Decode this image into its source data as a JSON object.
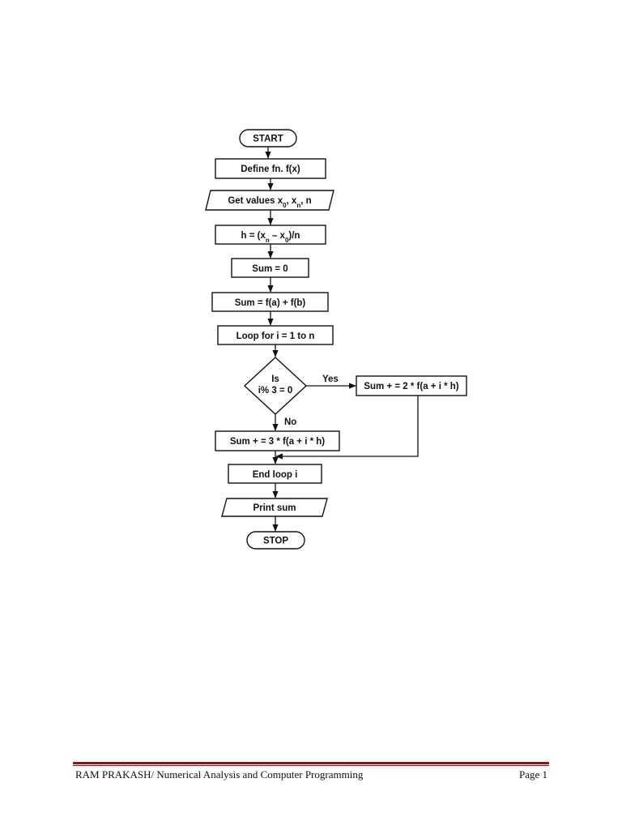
{
  "flowchart": {
    "nodes": {
      "start": "START",
      "define": "Define fn. f(x)",
      "get_values": {
        "prefix": "Get values x",
        "sub0": "0",
        "sep1": ", x",
        "subn": "n",
        "suffix": ", n"
      },
      "h_calc": {
        "prefix": "h = (x",
        "subn": "n",
        "mid": " – x",
        "sub0": "0",
        "suffix": ")/n"
      },
      "sum_init": "Sum = 0",
      "sum_fa_fb": "Sum = f(a) + f(b)",
      "loop": "Loop for i = 1 to n",
      "decision_line1": "Is",
      "decision_line2": "i% 3 = 0",
      "sum_yes": "Sum + = 2 * f(a + i * h)",
      "sum_no": "Sum + = 3 * f(a + i * h)",
      "end_loop": "End loop i",
      "print": "Print sum",
      "stop": "STOP"
    },
    "edge_labels": {
      "yes": "Yes",
      "no": "No"
    }
  },
  "footer": {
    "left": "RAM PRAKASH/ Numerical Analysis and Computer Programming",
    "right": "Page 1"
  },
  "colors": {
    "rule": "#7a1d1d",
    "ink": "#111111"
  }
}
